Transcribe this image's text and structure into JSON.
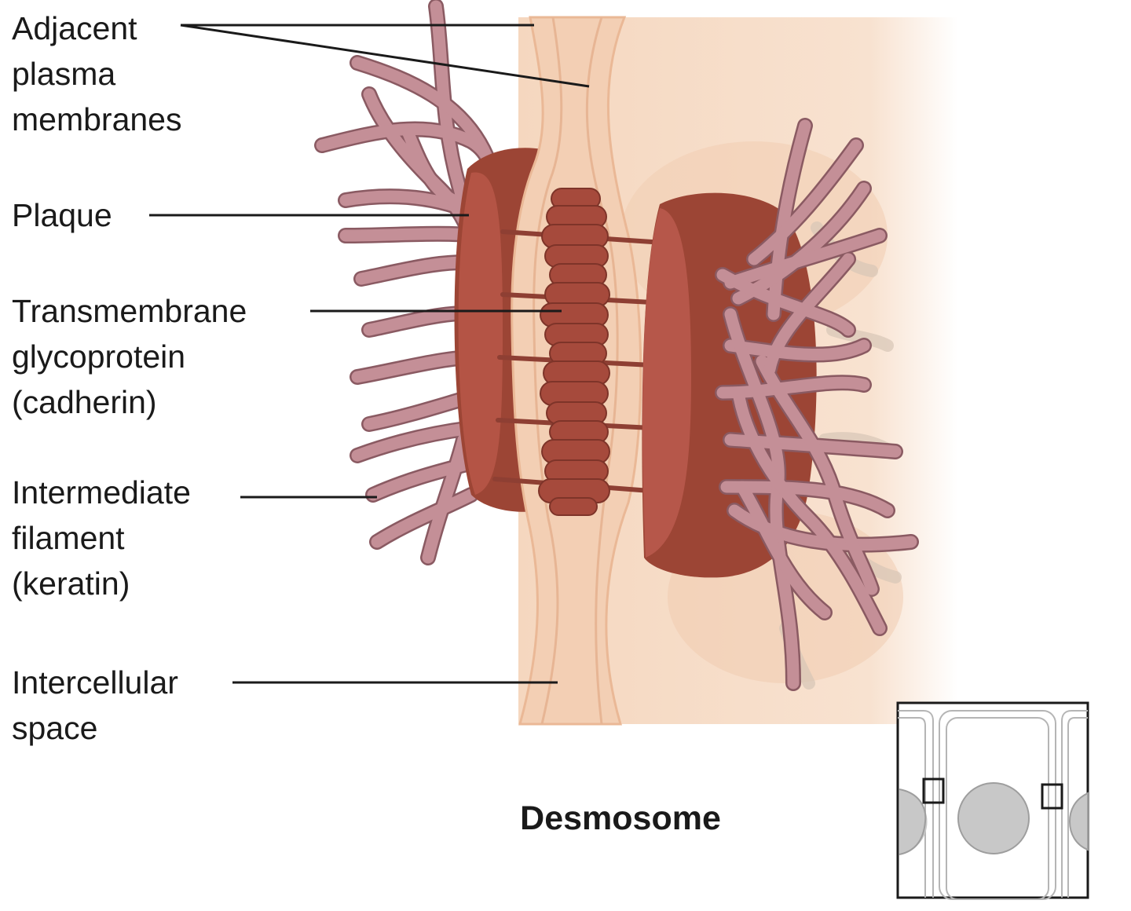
{
  "labels": {
    "membranes": [
      "Adjacent",
      "plasma",
      "membranes"
    ],
    "plaque": [
      "Plaque"
    ],
    "glycoprotein": [
      "Transmembrane",
      "glycoprotein",
      "(cadherin)"
    ],
    "filament": [
      "Intermediate",
      "filament",
      "(keratin)"
    ],
    "space": [
      "Intercellular",
      "space"
    ]
  },
  "title": "Desmosome",
  "colors": {
    "cell_background": "#f6dcc6",
    "membrane_fill": "#f3cfb4",
    "membrane_edge": "#eab896",
    "plaque": "#9c4535",
    "plaque_face": "#b6574a",
    "cadherin": "#a64a3c",
    "filament": "#c08c94",
    "filament_outline": "#8a5a62",
    "inset_nucleus": "#c8c8c8"
  }
}
